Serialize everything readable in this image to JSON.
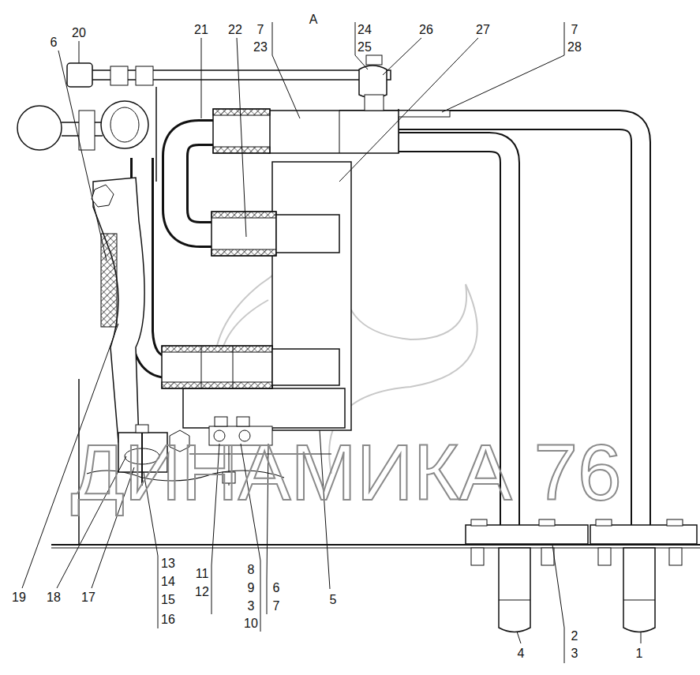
{
  "diagram": {
    "labels": [
      "A",
      "20",
      "21",
      "22",
      "7",
      "23",
      "24",
      "25",
      "26",
      "27",
      "7",
      "28",
      "6",
      "19",
      "18",
      "17",
      "13",
      "14",
      "15",
      "16",
      "11",
      "12",
      "8",
      "9",
      "3",
      "10",
      "6",
      "7",
      "5",
      "4",
      "2",
      "3",
      "1",
      "ДИНАМИКА 76"
    ]
  }
}
